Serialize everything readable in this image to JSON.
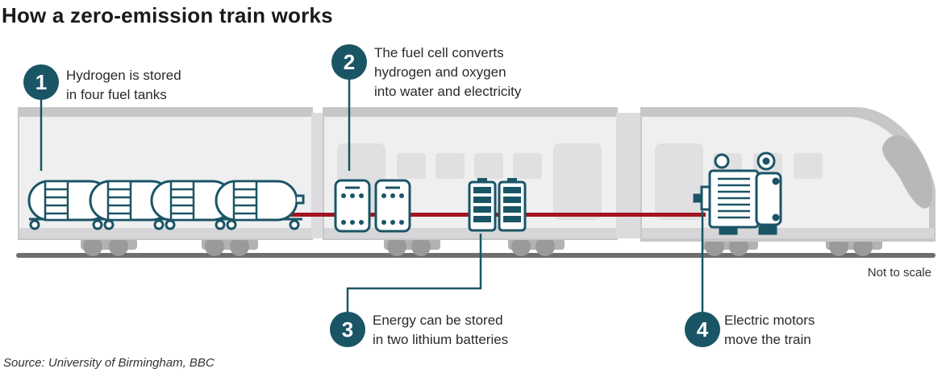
{
  "title": "How a zero-emission train works",
  "steps": [
    {
      "number": "1",
      "lines": [
        "Hydrogen is stored",
        "in four fuel tanks"
      ]
    },
    {
      "number": "2",
      "lines": [
        "The fuel cell converts",
        "hydrogen and oxygen",
        "into water and electricity"
      ]
    },
    {
      "number": "3",
      "lines": [
        "Energy can be stored",
        "in two lithium batteries"
      ]
    },
    {
      "number": "4",
      "lines": [
        "Electric motors",
        "move the train"
      ]
    }
  ],
  "note": "Not to scale",
  "source": "Source: University of Birmingham, BBC",
  "colors": {
    "accent": "#1a5566",
    "wire": "#a0151f",
    "train_body": "#efeff0",
    "train_stripe": "#c9c9cb",
    "track": "#6e6e70"
  }
}
